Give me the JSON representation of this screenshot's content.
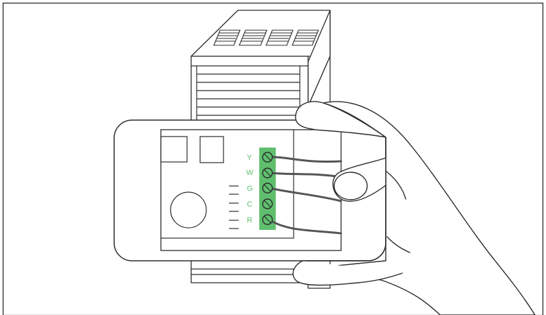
{
  "terminals": [
    {
      "label": "Y"
    },
    {
      "label": "W"
    },
    {
      "label": "G"
    },
    {
      "label": "C"
    },
    {
      "label": "R"
    }
  ],
  "colors": {
    "line": "#2b2b2b",
    "terminal_block": "#5fbf6e",
    "terminal_label": "#5fbf6e",
    "wire": "#555555",
    "background": "#ffffff"
  }
}
